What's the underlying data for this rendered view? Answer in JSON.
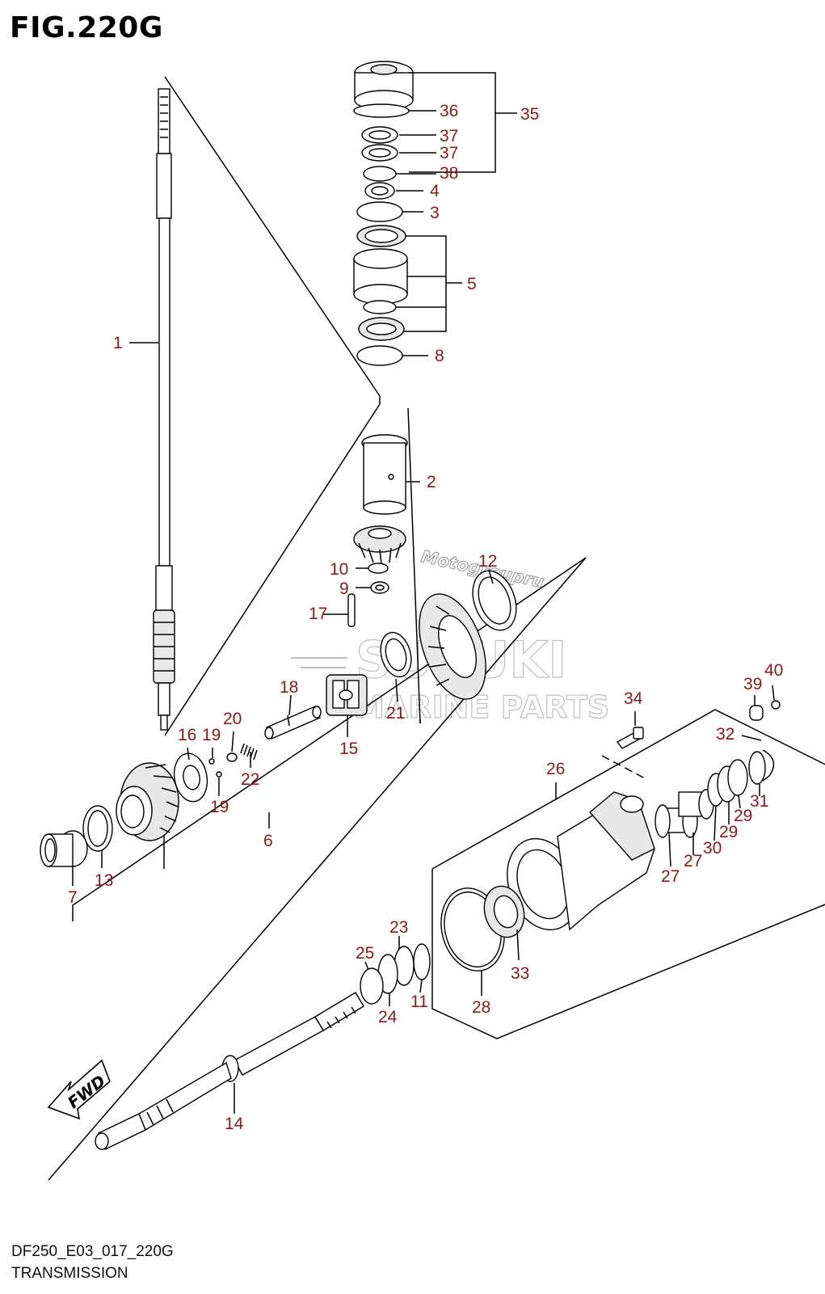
{
  "figure": {
    "title": "FIG.220G",
    "code": "DF250_E03_017_220G",
    "name": "TRANSMISSION"
  },
  "watermark": {
    "brand": "SUZUKI",
    "subline": "MARINE PARTS",
    "site": "Motogroupru"
  },
  "direction_marker": "FWD",
  "callouts": {
    "c1": "1",
    "c2": "2",
    "c3": "3",
    "c4": "4",
    "c5": "5",
    "c6": "6",
    "c7": "7",
    "c8": "8",
    "c9": "9",
    "c10": "10",
    "c11": "11",
    "c12": "12",
    "c13": "13",
    "c14": "14",
    "c15": "15",
    "c16": "16",
    "c17": "17",
    "c18": "18",
    "c19a": "19",
    "c19b": "19",
    "c20": "20",
    "c21": "21",
    "c22": "22",
    "c23": "23",
    "c24": "24",
    "c25": "25",
    "c26": "26",
    "c27a": "27",
    "c27b": "27",
    "c28": "28",
    "c29a": "29",
    "c29b": "29",
    "c30": "30",
    "c31": "31",
    "c32": "32",
    "c33": "33",
    "c34": "34",
    "c35": "35",
    "c36": "36",
    "c37a": "37",
    "c37b": "37",
    "c38": "38",
    "c39": "39",
    "c40": "40"
  },
  "colors": {
    "callout_text": "#8b1a1a",
    "line": "#000000",
    "watermark": "#b5b5b5"
  }
}
